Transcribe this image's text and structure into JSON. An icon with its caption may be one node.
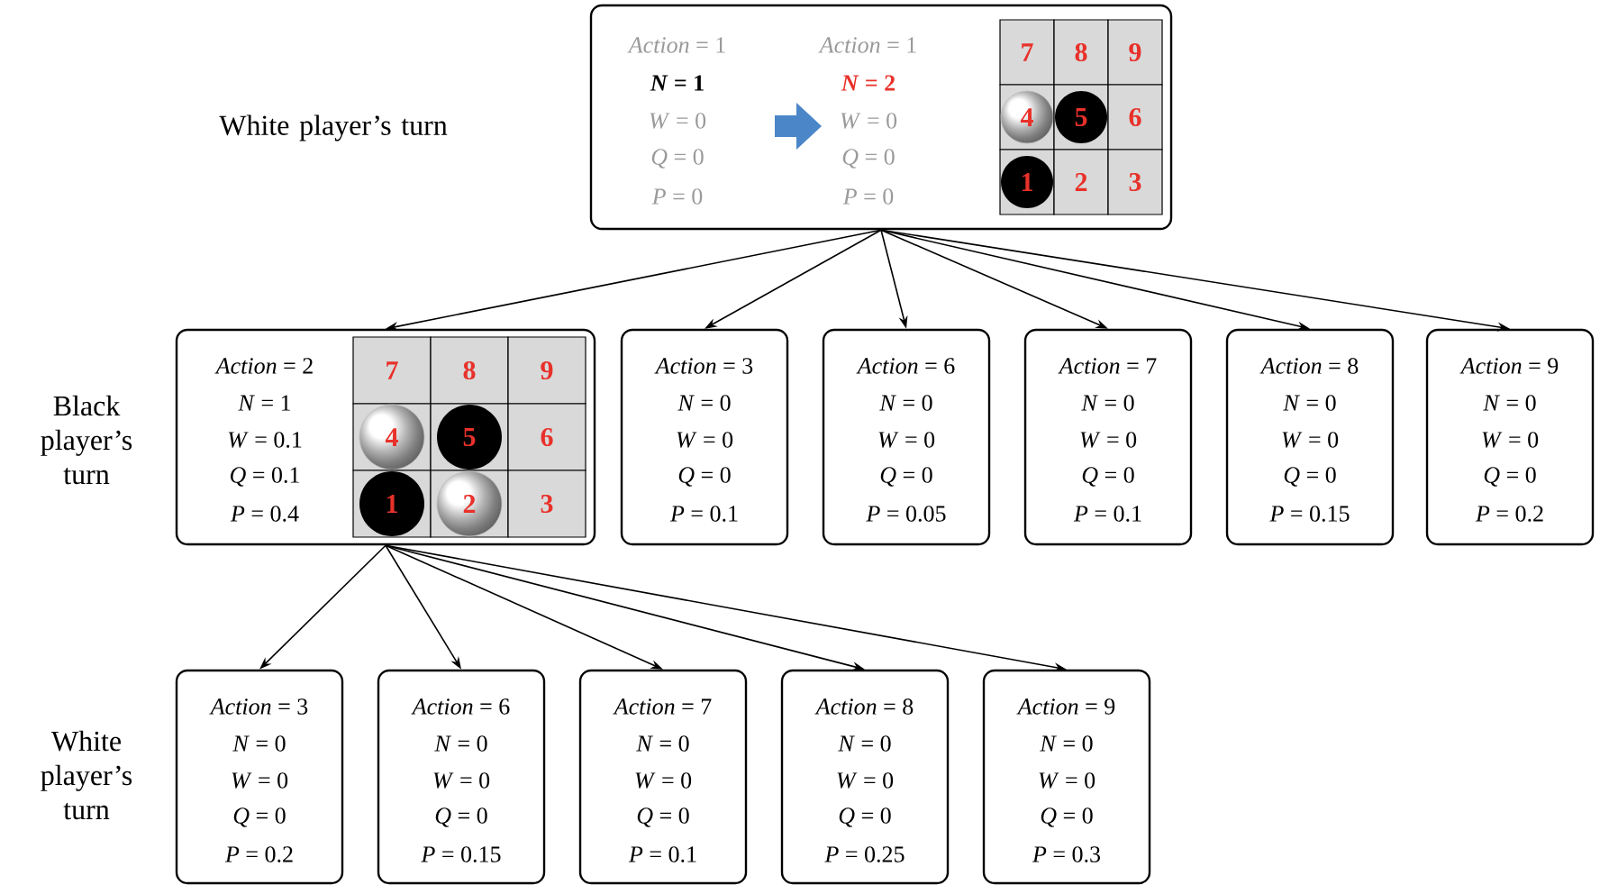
{
  "diagram": {
    "nodes": [
      {
        "text": [
          "*Action* = 1",
          "*N* = 1",
          "*W* = 0",
          "*Q* = 0",
          "*P* = 0",
          "*Action* = 1",
          "*N* = 2",
          "*W* = 0",
          "*Q* = 0",
          "*P* = 0",
          "7",
          "8",
          "9",
          "4",
          "5",
          "6",
          "1",
          "2",
          "3"
        ]
      },
      {
        "text": [
          "*Action* = 2",
          "*N* = 1",
          "*W* = 0.1",
          "*Q* = 0.1",
          "*P* = 0.4",
          "7",
          "8",
          "9",
          "4",
          "5",
          "6",
          "1",
          "2",
          "3"
        ]
      },
      {
        "text": [
          "*Action* = 3",
          "*N* = 0",
          "*W* = 0",
          "*Q* = 0",
          "*P* = 0.1"
        ]
      },
      {
        "text": [
          "*Action* = 6",
          "*N* = 0",
          "*W* = 0",
          "*Q* = 0",
          "*P* = 0.05"
        ]
      },
      {
        "text": [
          "*Action* = 7",
          "*N* = 0",
          "*W* = 0",
          "*Q* = 0",
          "*P* = 0.1"
        ]
      },
      {
        "text": [
          "*Action* = 8",
          "*N* = 0",
          "*W* = 0",
          "*Q* = 0",
          "*P* = 0.15"
        ]
      },
      {
        "text": [
          "*Action* = 9",
          "*N* = 0",
          "*W* = 0",
          "*Q* = 0",
          "*P* = 0.2"
        ]
      },
      {
        "text": [
          "*Action* = 3",
          "*N* = 0",
          "*W* = 0",
          "*Q* = 0",
          "*P* = 0.2"
        ]
      },
      {
        "text": [
          "*Action* = 6",
          "*N* = 0",
          "*W* = 0",
          "*Q* = 0",
          "*P* = 0.15"
        ]
      },
      {
        "text": [
          "*Action* = 7",
          "*N* = 0",
          "*W* = 0",
          "*Q* = 0",
          "*P* = 0.1"
        ]
      },
      {
        "text": [
          "*Action* = 8",
          "*N* = 0",
          "*W* = 0",
          "*Q* = 0",
          "*P* = 0.25"
        ]
      },
      {
        "text": [
          "*Action* = 9",
          "*N* = 0",
          "*W* = 0",
          "*Q* = 0",
          "*P* = 0.3"
        ]
      }
    ],
    "edges": [
      {
        "from": 0,
        "to": 1,
        "arrow": "to"
      },
      {
        "from": 0,
        "to": 2,
        "arrow": "to"
      },
      {
        "from": 0,
        "to": 3,
        "arrow": "to"
      },
      {
        "from": 0,
        "to": 4,
        "arrow": "to"
      },
      {
        "from": 0,
        "to": 5,
        "arrow": "to"
      },
      {
        "from": 0,
        "to": 6,
        "arrow": "to"
      },
      {
        "from": 1,
        "to": 7,
        "arrow": "to"
      },
      {
        "from": 1,
        "to": 8,
        "arrow": "to"
      },
      {
        "from": 1,
        "to": 9,
        "arrow": "to"
      },
      {
        "from": 1,
        "to": 10,
        "arrow": "to"
      },
      {
        "from": 1,
        "to": 11,
        "arrow": "to"
      }
    ],
    "labels": [
      "White player’s turn",
      "Black player’s turn",
      "White player’s turn"
    ]
  }
}
